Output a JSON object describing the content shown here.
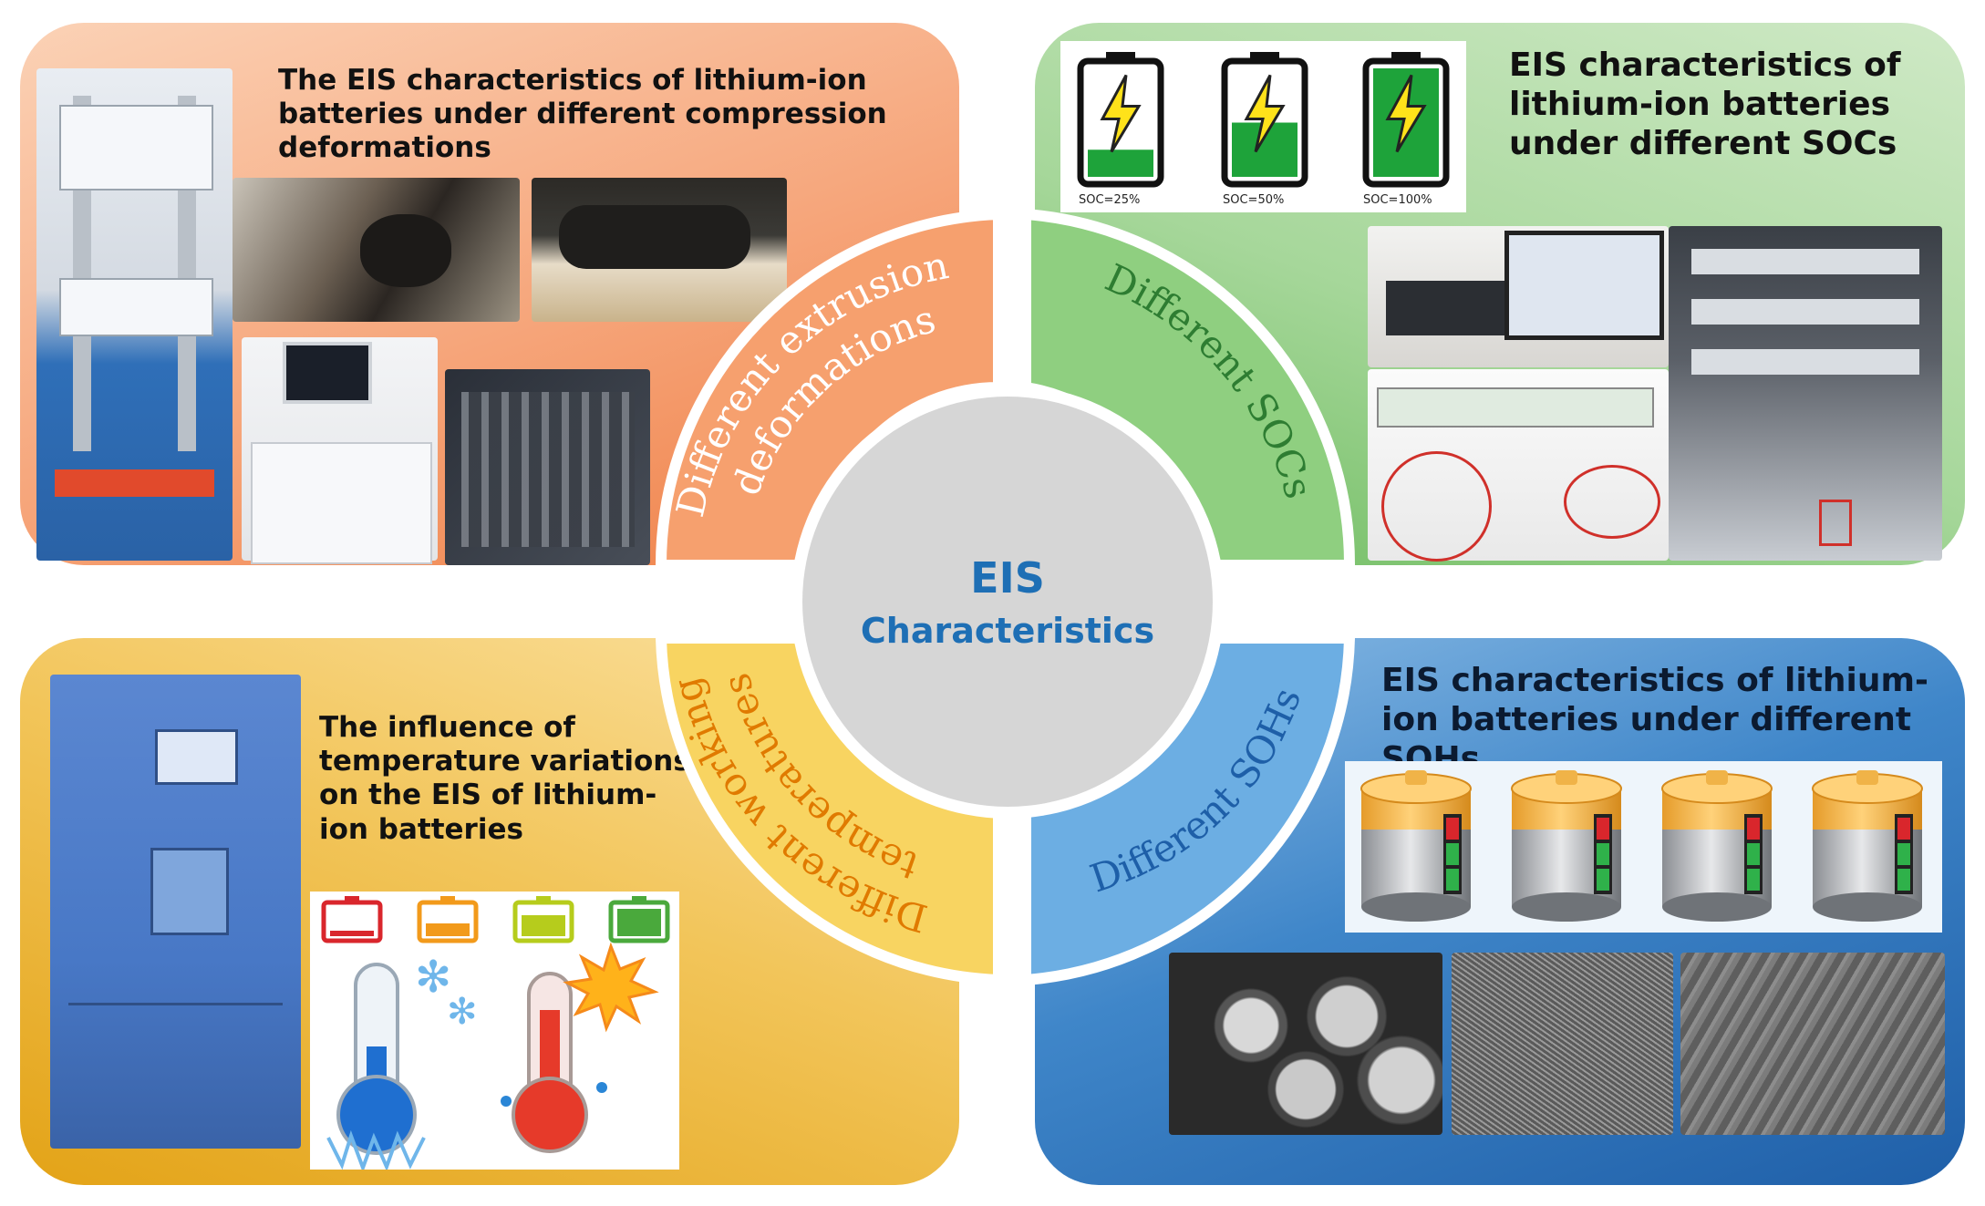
{
  "center": {
    "line1": "EIS",
    "line2": "Characteristics"
  },
  "panels": {
    "compression": {
      "title": "The EIS characteristics of lithium-ion batteries under different compression deformations"
    },
    "soc": {
      "title": "EIS characteristics of lithium-ion batteries under different SOCs",
      "batteries": [
        {
          "label": "SOC=25%",
          "level": 0.25
        },
        {
          "label": "SOC=50%",
          "level": 0.5
        },
        {
          "label": "SOC=100%",
          "level": 1.0
        }
      ]
    },
    "temperature": {
      "title": "The influence of temperature variations on the EIS of lithium-ion batteries"
    },
    "soh": {
      "title": "EIS characteristics of lithium-ion batteries under different SOHs"
    }
  },
  "arcs": {
    "extrusion": {
      "line1": "Different extrusion",
      "line2": "deformations"
    },
    "soc": {
      "line1": "Different SOCs"
    },
    "temperature": {
      "line1": "Different working",
      "line2": "temperatures"
    },
    "soh": {
      "line1": "Different SOHs"
    }
  },
  "colors": {
    "orange": "#f28a55",
    "green": "#8fcf80",
    "yellow": "#f6c84a",
    "blue": "#5aa0da",
    "center": "#d6d6d6",
    "center_text": "#1e6fb5"
  }
}
